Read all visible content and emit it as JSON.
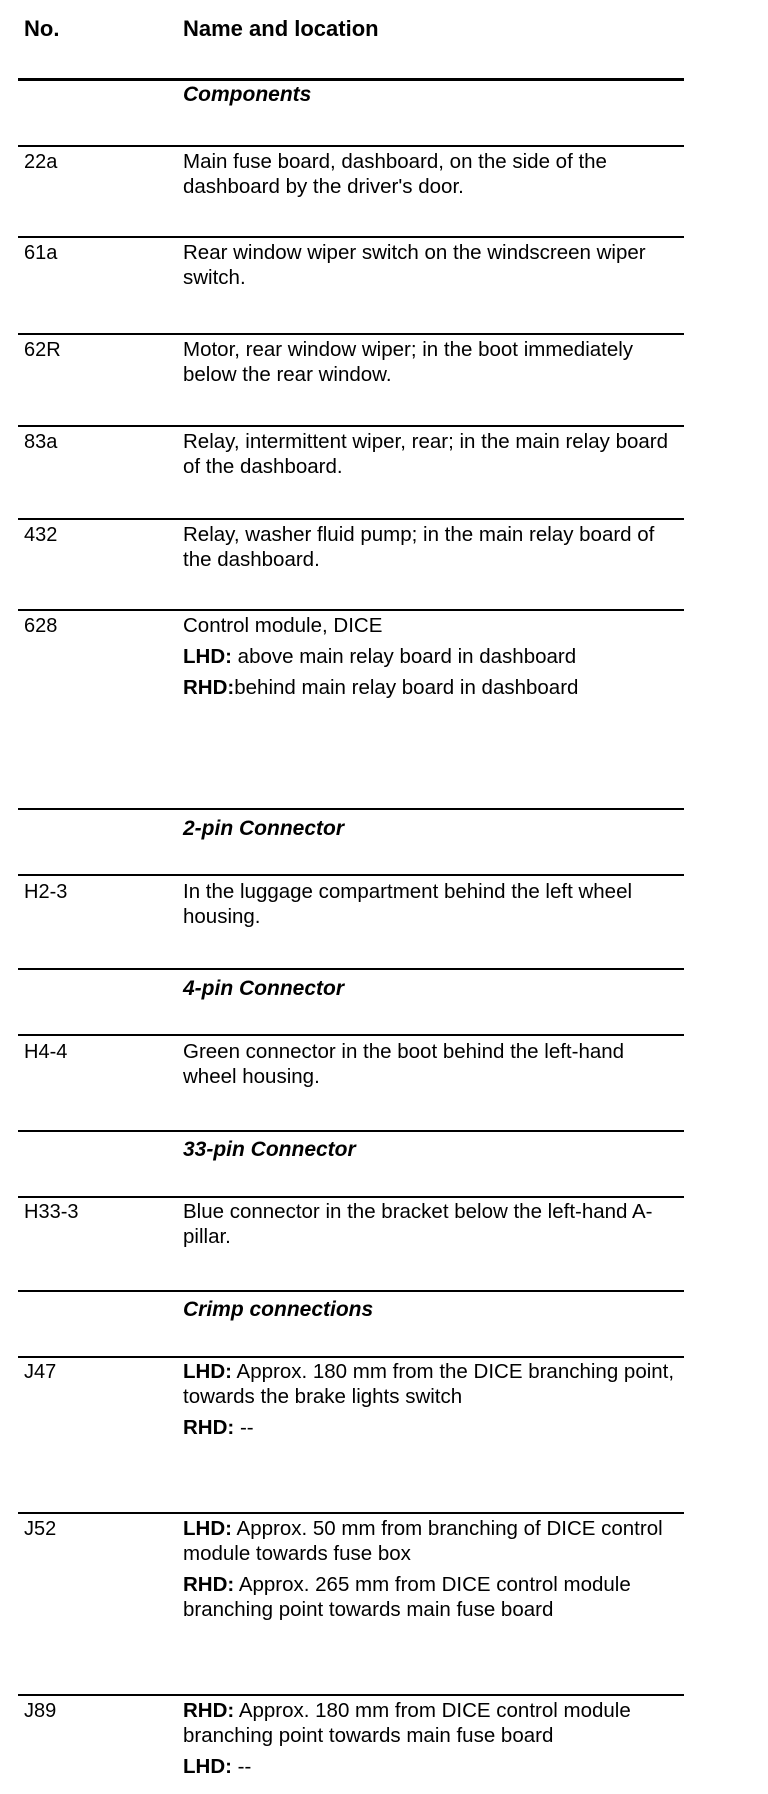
{
  "header": {
    "no_label": "No.",
    "name_label": "Name and location"
  },
  "sections": {
    "components": "Components",
    "pin2": "2-pin Connector",
    "pin4": "4-pin Connector",
    "pin33": "33-pin Connector",
    "crimp": "Crimp connections"
  },
  "rows": {
    "r22a": {
      "no": "22a",
      "text": "Main fuse board, dashboard, on the side of the dashboard by the driver's door."
    },
    "r61a": {
      "no": "61a",
      "text": "Rear window wiper switch on the windscreen wiper switch."
    },
    "r62r": {
      "no": "62R",
      "text": "Motor, rear window wiper; in the boot immediately below the rear window."
    },
    "r83a": {
      "no": "83a",
      "text": "Relay, intermittent wiper, rear; in the main relay board of the dashboard."
    },
    "r432": {
      "no": "432",
      "text": "Relay, washer fluid pump; in the main relay board of the dashboard."
    },
    "r628": {
      "no": "628",
      "line1": "Control module, DICE",
      "lhd_label": "LHD:",
      "lhd_text": " above main relay board in dashboard",
      "rhd_label": "RHD:",
      "rhd_text": "behind main relay board in dashboard"
    },
    "rh23": {
      "no": "H2-3",
      "text": "In the luggage compartment behind the left wheel housing."
    },
    "rh44": {
      "no": "H4-4",
      "text": "Green connector in the boot behind the left-hand wheel housing."
    },
    "rh333": {
      "no": "H33-3",
      "text": "Blue connector in the bracket below the left-hand A-pillar."
    },
    "rj47": {
      "no": "J47",
      "lhd_label": "LHD:",
      "lhd_text": " Approx. 180 mm from the DICE branching point, towards the brake lights switch",
      "rhd_label": "RHD:",
      "rhd_text": " --"
    },
    "rj52": {
      "no": "J52",
      "lhd_label": "LHD:",
      "lhd_text": " Approx. 50 mm from branching of DICE control module towards fuse box",
      "rhd_label": "RHD:",
      "rhd_text": " Approx. 265 mm from DICE control module branching point towards main fuse board"
    },
    "rj89": {
      "no": "J89",
      "rhd_label": "RHD:",
      "rhd_text": " Approx. 180 mm from DICE control module branching point towards main fuse board",
      "lhd_label": "LHD:",
      "lhd_text": " --"
    }
  }
}
